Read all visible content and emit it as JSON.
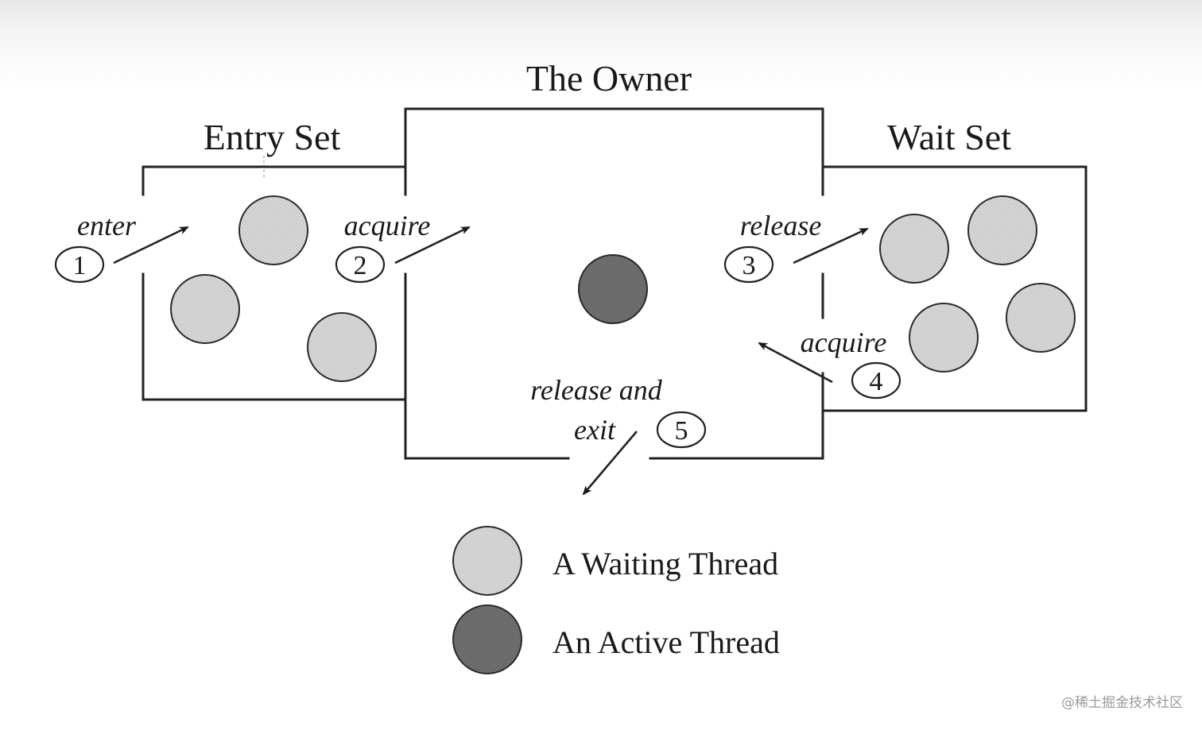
{
  "diagram": {
    "title_owner": "The Owner",
    "title_entry": "Entry Set",
    "title_wait": "Wait Set",
    "steps": [
      {
        "num": "1",
        "label": "enter"
      },
      {
        "num": "2",
        "label": "acquire"
      },
      {
        "num": "3",
        "label": "release"
      },
      {
        "num": "4",
        "label": "acquire"
      },
      {
        "num": "5",
        "label_line1": "release and",
        "label_line2": "exit"
      }
    ],
    "thread_colors": {
      "waiting": "#d4d4d4",
      "active": "#6e6e6e",
      "outline": "#2a2a2a"
    }
  },
  "legend": {
    "waiting_label": "A Waiting Thread",
    "active_label": "An Active Thread"
  },
  "watermark": "@稀土掘金技术社区"
}
